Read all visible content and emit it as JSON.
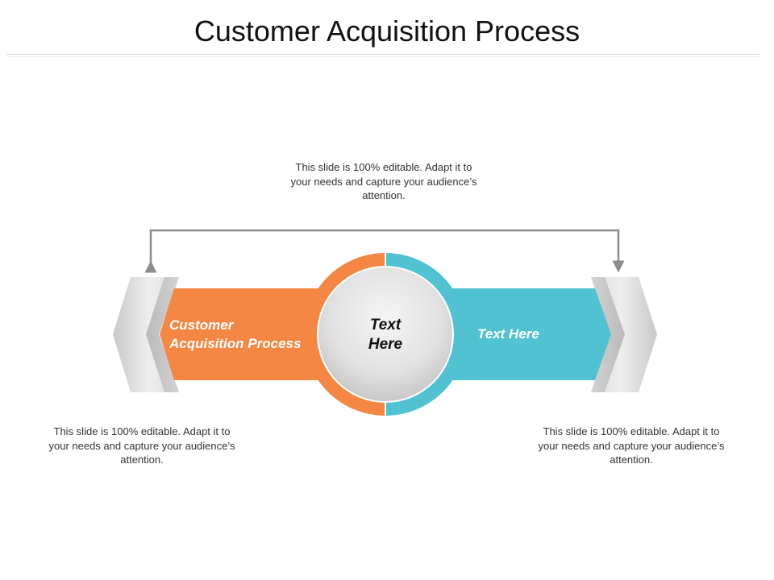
{
  "slide": {
    "title": "Customer Acquisition Process"
  },
  "diagram": {
    "left_band": {
      "label_line1": "Customer",
      "label_line2": "Acquisition Process"
    },
    "right_band": {
      "label": "Text Here"
    },
    "center": {
      "label_line1": "Text",
      "label_line2": "Here"
    },
    "descriptions": {
      "top": "This slide is 100% editable. Adapt it to your needs and capture your audience’s attention.",
      "bottom_left": "This slide is 100% editable. Adapt it to your needs and capture your audience’s attention.",
      "bottom_right": "This slide is 100% editable. Adapt it to your needs and capture your audience’s attention."
    }
  },
  "colors": {
    "orange": "#F48744",
    "teal": "#50C2D2",
    "gray_chevron": "#D9D9D9",
    "connector": "#8C8C8C"
  }
}
